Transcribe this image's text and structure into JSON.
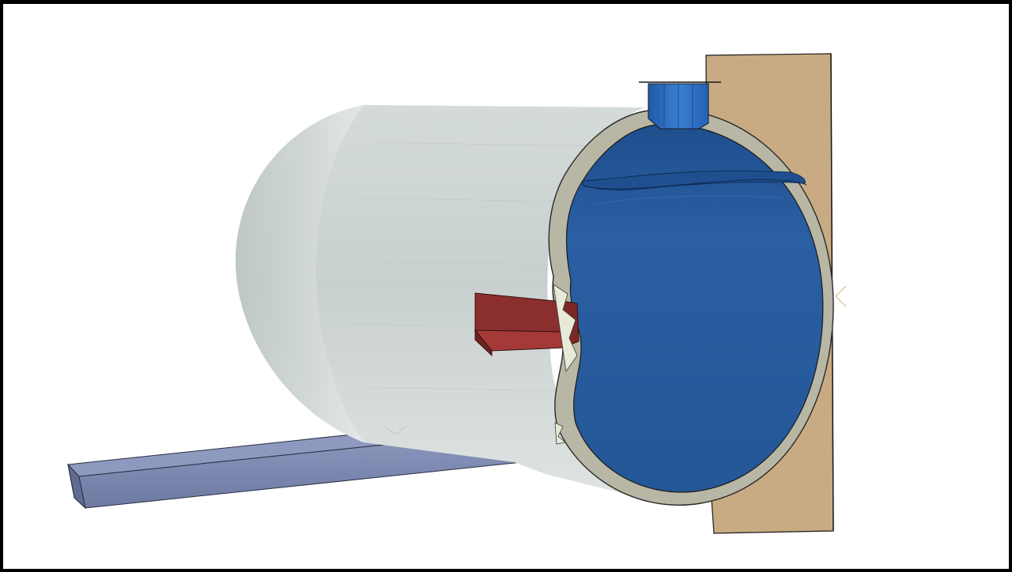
{
  "scene": {
    "colors": {
      "frame_border": "#000000",
      "background": "#ffffff",
      "tank_shell": "#c9d1d0",
      "tank_shell_light": "#dfe5e3",
      "tank_shell_dark": "#a9b3b1",
      "tank_interior": "#255a9c",
      "tank_interior_dark": "#1c4a86",
      "fluid_surface": "#2f66a8",
      "nozzle": "#2a68b8",
      "wall_plate": "#c9ab83",
      "bracket": "#8b2f2e",
      "bracket_dark": "#6d2221",
      "beam": "#727fa6",
      "beam_light": "#8f9ac0",
      "outline": "#1a1a1a"
    },
    "objects": [
      {
        "id": "tank",
        "icon": "cylindrical-tank"
      },
      {
        "id": "wall-plate",
        "icon": "wall-plate"
      },
      {
        "id": "nozzle",
        "icon": "top-nozzle"
      },
      {
        "id": "bracket",
        "icon": "side-bracket"
      },
      {
        "id": "beam",
        "icon": "support-beam"
      },
      {
        "id": "fluid",
        "icon": "fluid-volume"
      }
    ]
  }
}
